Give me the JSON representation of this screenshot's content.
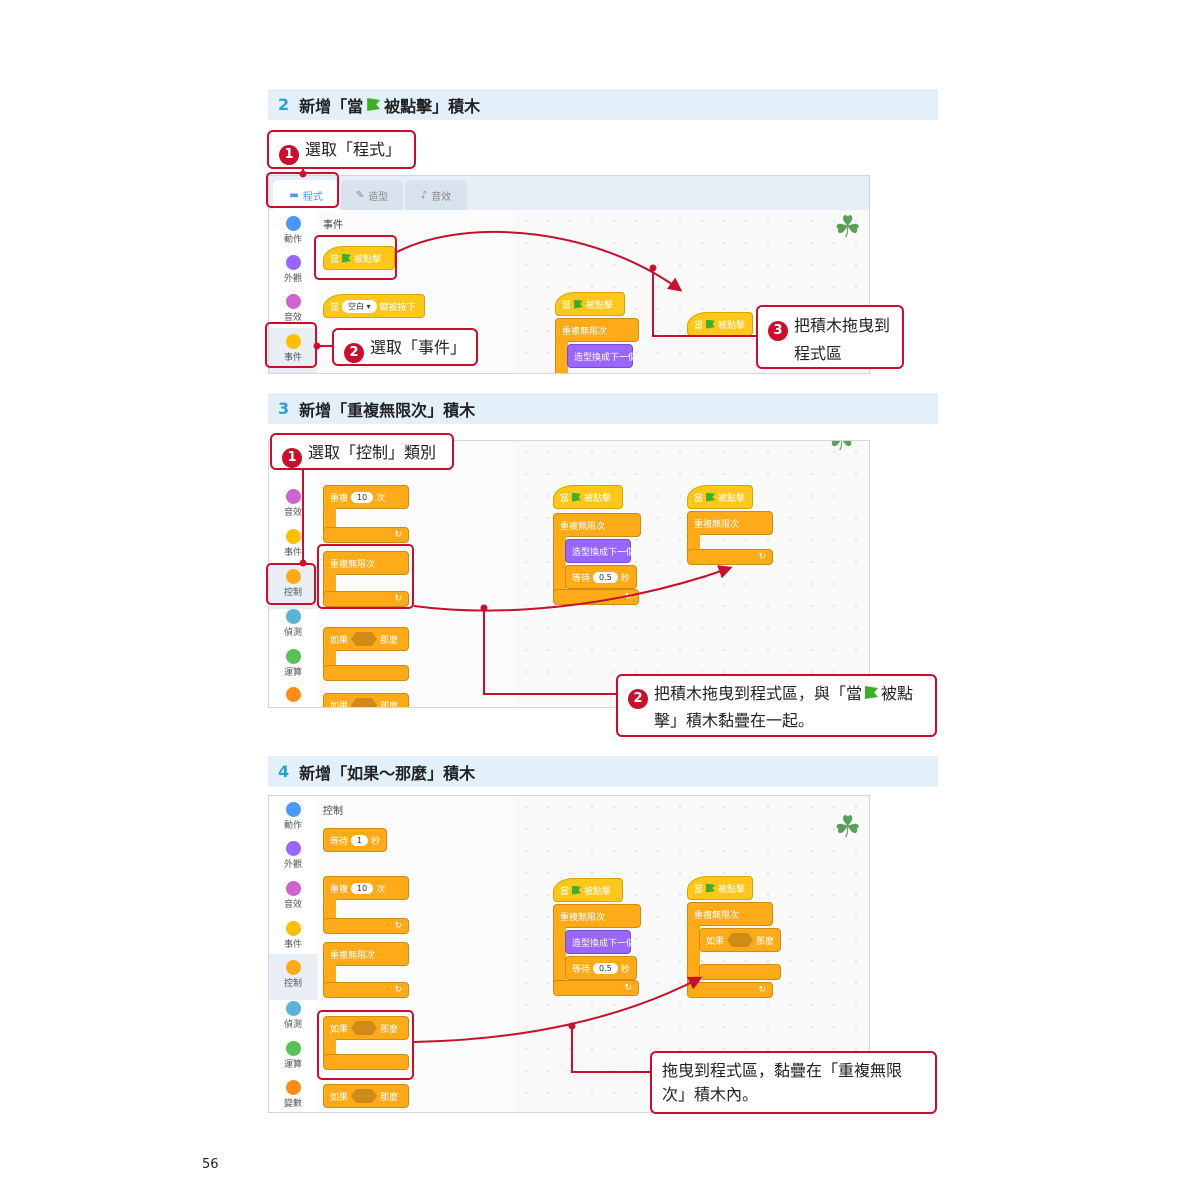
{
  "steps": [
    {
      "number": "2",
      "title_pre": "新增「當",
      "title_post": "被點擊」積木"
    },
    {
      "number": "3",
      "title": "新增「重複無限次」積木"
    },
    {
      "number": "4",
      "title": "新增「如果～那麼」積木"
    }
  ],
  "tabs": [
    "程式",
    "造型",
    "音效"
  ],
  "categories": [
    {
      "label": "動作",
      "color": "#4c97ff"
    },
    {
      "label": "外觀",
      "color": "#9966ff"
    },
    {
      "label": "音效",
      "color": "#cf63cf"
    },
    {
      "label": "事件",
      "color": "#ffbf00"
    },
    {
      "label": "控制",
      "color": "#ffab19"
    },
    {
      "label": "偵測",
      "color": "#5cb1d6"
    },
    {
      "label": "運算",
      "color": "#59c059"
    },
    {
      "label": "變數",
      "color": "#ff8c1a"
    }
  ],
  "palette_titles": {
    "events": "事件",
    "control": "控制"
  },
  "blocks": {
    "when_flag_pre": "當",
    "when_flag_post": "被點擊",
    "when_key_pre": "當",
    "when_key_key": "空白 ▾",
    "when_key_post": "鍵被按下",
    "repeat_pre": "重複",
    "repeat_count": "10",
    "repeat_post": "次",
    "forever": "重複無限次",
    "next_costume": "造型換成下一個",
    "wait_pre": "等待",
    "wait_value": "0.5",
    "wait_post": "秒",
    "wait_value_1": "1",
    "if_pre": "如果",
    "if_post": "那麼"
  },
  "callouts": {
    "s2_c1_num": "1",
    "s2_c1": "選取「程式」",
    "s2_c2_num": "2",
    "s2_c2": "選取「事件」",
    "s2_c3_num": "3",
    "s2_c3_line1": "把積木拖曳到",
    "s2_c3_line2": "程式區",
    "s3_c1_num": "1",
    "s3_c1": "選取「控制」類別",
    "s3_c2_num": "2",
    "s3_c2_line1_pre": "把積木拖曳到程式區，與「當",
    "s3_c2_line1_post": "被點",
    "s3_c2_line2": "擊」積木黏疊在一起。",
    "s4_c1_line1": "拖曳到程式區，黏疊在「重複無限",
    "s4_c1_line2": "次」積木內。"
  },
  "page_number": "56"
}
